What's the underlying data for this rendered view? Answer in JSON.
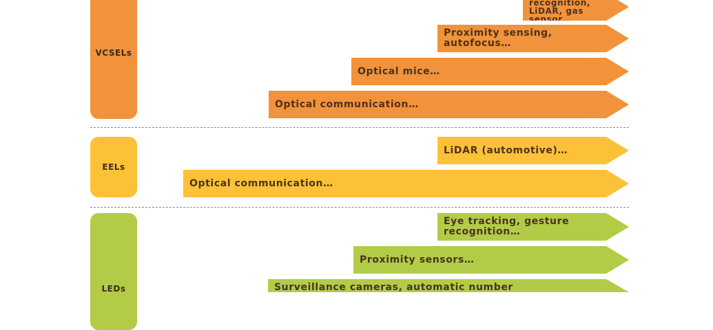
{
  "groups": {
    "vcsels": {
      "label": "VCSELs",
      "color": "#f2923a",
      "apps": [
        "Facial recognition,\nLiDAR, gas sensor…",
        "Proximity sensing,\nautofocus…",
        "Optical mice…",
        "Optical communication…"
      ]
    },
    "eels": {
      "label": "EELs",
      "color": "#fcc136",
      "apps": [
        "LiDAR (automotive)…",
        "Optical communication…"
      ]
    },
    "leds": {
      "label": "LEDs",
      "color": "#b2cc47",
      "apps": [
        "Eye tracking, gesture\nrecognition…",
        "Proximity sensors…",
        "Surveillance cameras, automatic number"
      ]
    }
  }
}
